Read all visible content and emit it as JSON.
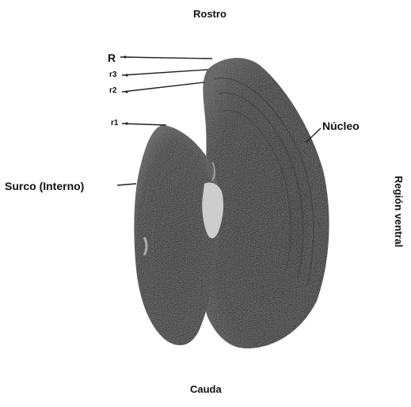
{
  "figure": {
    "top_label": "Rostro",
    "bottom_label": "Cauda",
    "right_label": "Región ventral",
    "labels": {
      "R": "R",
      "r3": "r3",
      "r2": "r2",
      "r1": "r1",
      "nucleo": "Núcleo",
      "surco": "Surco (Interno)"
    }
  },
  "colors": {
    "specimen_dark": "#1c1c1c",
    "specimen_mid": "#3a3a3a",
    "specimen_light": "#d9d9d9",
    "leader_line": "#222222"
  }
}
